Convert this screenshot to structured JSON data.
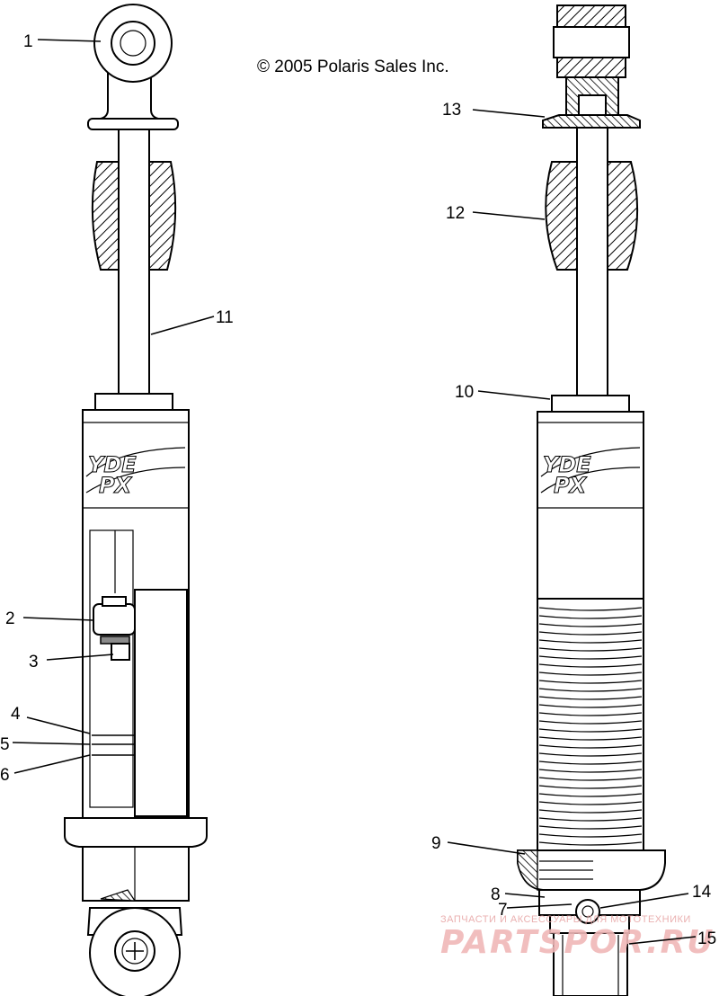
{
  "copyright": "© 2005 Polaris Sales Inc.",
  "callouts": {
    "c1": "1",
    "c2": "2",
    "c3": "3",
    "c4": "4",
    "c5": "5",
    "c6": "6",
    "c7": "7",
    "c8": "8",
    "c9": "9",
    "c10": "10",
    "c11": "11",
    "c12": "12",
    "c13": "13",
    "c14": "14",
    "c15": "15"
  },
  "watermark": {
    "tagline": "ЗАПЧАСТИ И АКСЕССУАРЫ ДЛЯ МОТОТЕХНИКИ",
    "brand": "PARTSPOR.RU"
  }
}
